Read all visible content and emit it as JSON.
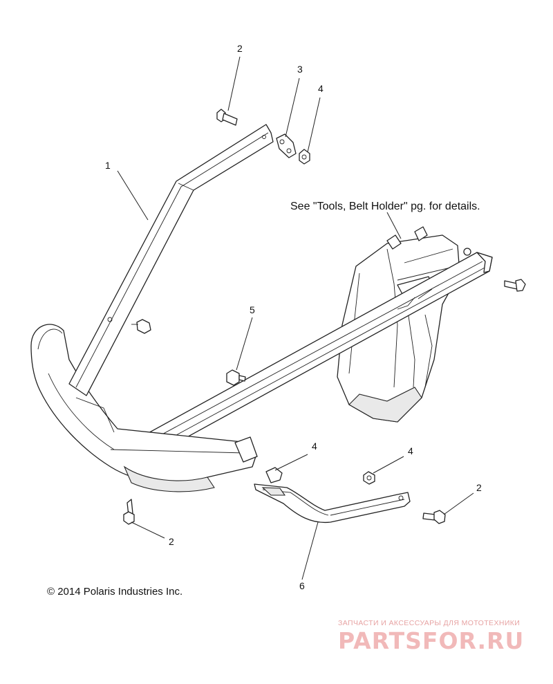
{
  "callouts": {
    "c1": "1",
    "c2a": "2",
    "c3": "3",
    "c4a": "4",
    "c5": "5",
    "c4b": "4",
    "c4c": "4",
    "c2b": "2",
    "c2c": "2",
    "c6": "6"
  },
  "note": "See \"Tools, Belt Holder\" pg. for details.",
  "copyright": "© 2014 Polaris Industries Inc.",
  "watermark": {
    "tagline": "ЗАПЧАСТИ И АКСЕССУАРЫ ДЛЯ МОТОТЕХНИКИ",
    "brand": "PARTSFOR.RU",
    "color": "#f1b9b9"
  }
}
